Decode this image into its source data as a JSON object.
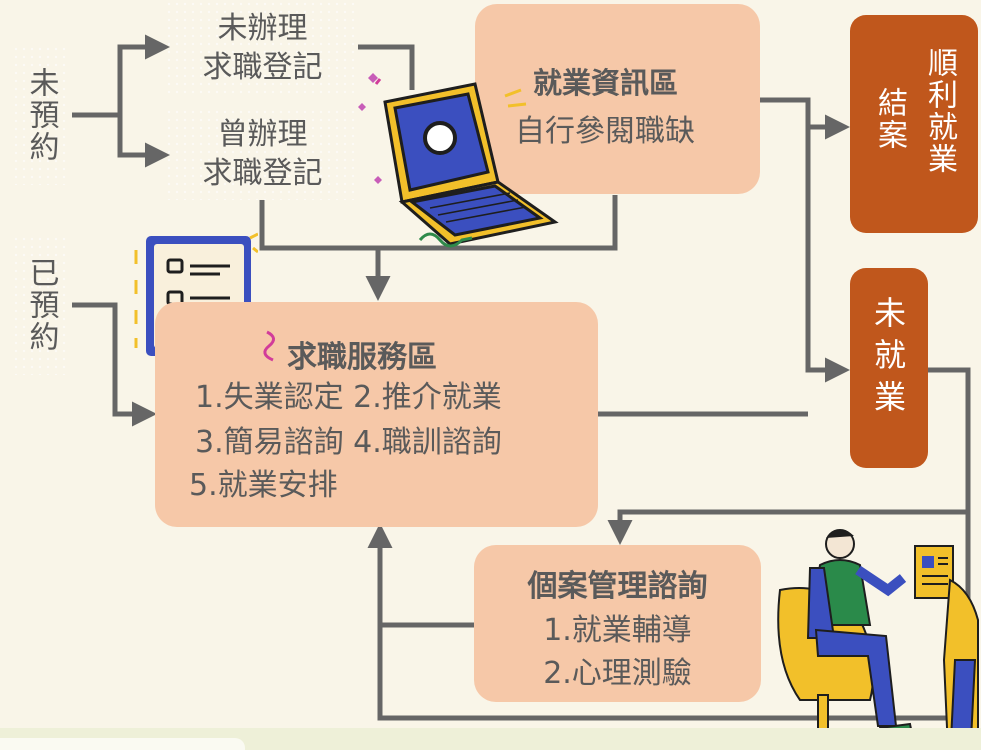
{
  "left_labels": {
    "not_booked": "未預約",
    "booked": "已預約"
  },
  "registration": {
    "not_registered": [
      "未辦理",
      "求職登記"
    ],
    "registered": [
      "曾辦理",
      "求職登記"
    ]
  },
  "info_area": {
    "title": "就業資訊區",
    "subtitle": "自行參閱職缺"
  },
  "service_area": {
    "title": "求職服務區",
    "lines": [
      "1.失業認定 2.推介就業",
      "3.簡易諮詢 4.職訓諮詢",
      "5.就業安排"
    ]
  },
  "case_mgmt": {
    "title": "個案管理諮詢",
    "lines": [
      "1.就業輔導",
      "2.心理測驗"
    ]
  },
  "outcomes": {
    "employed": "順利就業結案",
    "employed_col1": "順利就業",
    "employed_col2": "結案",
    "not_employed": "未就業"
  },
  "colors": {
    "background": "#f9f5e8",
    "light_box": "#f6c8a8",
    "dark_box": "#c0571c",
    "arrow": "#666666"
  }
}
